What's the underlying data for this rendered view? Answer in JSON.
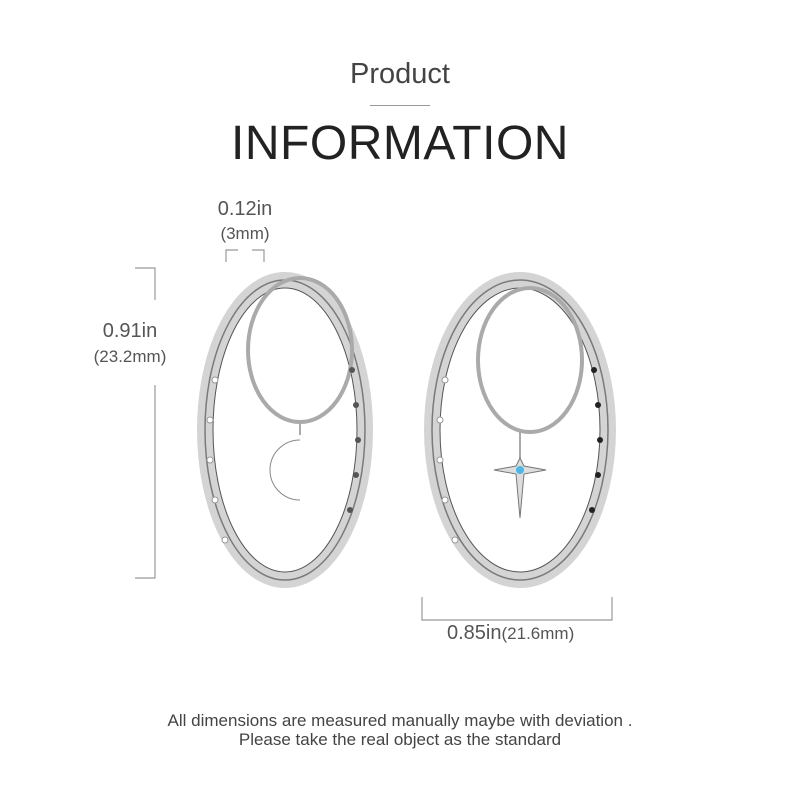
{
  "header": {
    "subtitle": "Product",
    "title": "INFORMATION"
  },
  "dimensions": {
    "width_in": "0.12in",
    "width_mm": "(3mm)",
    "height_in": "0.91in",
    "height_mm": "(23.2mm)",
    "diameter_in": "0.85in",
    "diameter_mm": "(21.6mm)"
  },
  "footer": {
    "line1": "All dimensions are measured manually maybe with deviation .",
    "line2": "Please take the real object as the standard"
  },
  "colors": {
    "moon_stones": "#1f4fc4",
    "star_stone": "#4fb6e8",
    "silver": "#c9c9c9"
  }
}
